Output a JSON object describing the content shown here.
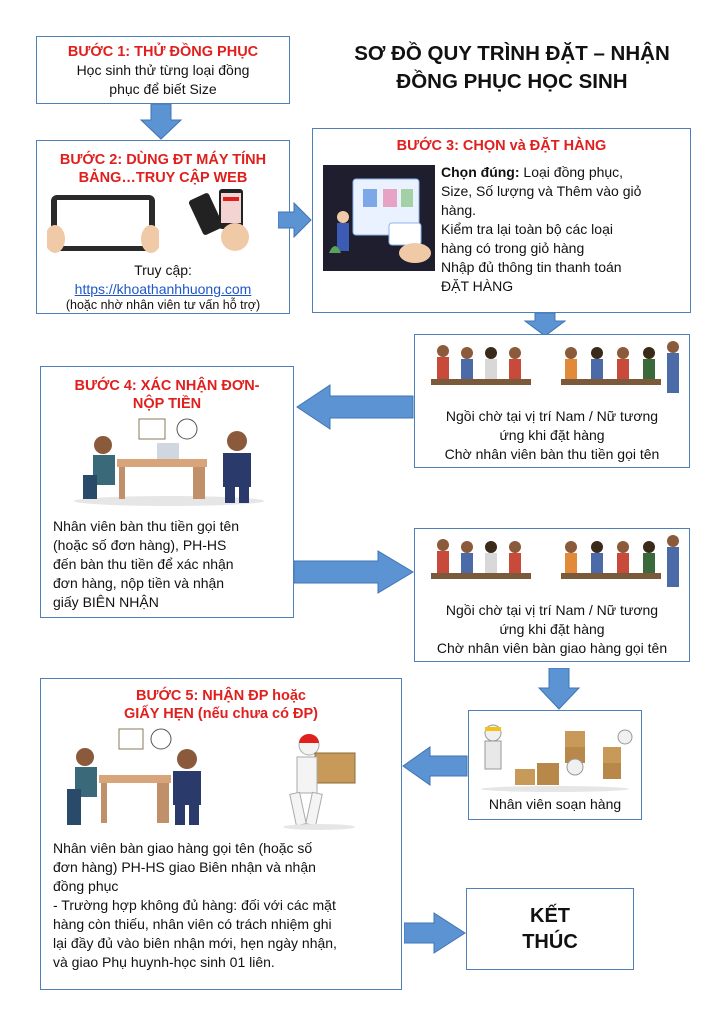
{
  "title": {
    "line1": "SƠ ĐỒ QUY TRÌNH ĐẶT – NHẬN",
    "line2": "ĐỒNG PHỤC HỌC SINH"
  },
  "step1": {
    "heading": "BƯỚC 1: THỬ ĐỒNG PHỤC",
    "line1": "Học sinh thử từng loại đồng",
    "line2": "phục để biết Size"
  },
  "step2": {
    "heading1": "BƯỚC 2: DÙNG ĐT MÁY TÍNH",
    "heading2": "BẢNG…TRUY CẬP WEB",
    "access": "Truy cập:",
    "url": "https://khoathanhhuong.com",
    "note": "(hoặc nhờ nhân viên tư vấn hỗ trợ)"
  },
  "step3": {
    "heading": "BƯỚC 3: CHỌN và ĐẶT HÀNG",
    "bold": "Chọn đúng:",
    "l1": " Loại đồng phục,",
    "l2": "Size, Số lượng và Thêm vào giỏ",
    "l3": "hàng.",
    "l4": "Kiểm tra lại toàn bộ các loại",
    "l5": "hàng có trong giỏ hàng",
    "l6": "Nhập đủ thông tin thanh toán",
    "l7": "ĐẶT HÀNG"
  },
  "wait1": {
    "l1": "Ngồi chờ tại vị trí Nam / Nữ tương",
    "l2": "ứng khi đặt hàng",
    "l3": "Chờ nhân viên bàn thu tiền gọi tên"
  },
  "step4": {
    "heading1": "BƯỚC 4: XÁC NHẬN ĐƠN-",
    "heading2": "NỘP TIỀN",
    "l1": "Nhân viên bàn thu tiền gọi tên",
    "l2": "(hoặc số đơn hàng), PH-HS",
    "l3": "đến bàn thu tiền để xác nhận",
    "l4": "đơn hàng, nộp tiền và nhận",
    "l5": "giấy BIÊN NHẬN"
  },
  "wait2": {
    "l1": "Ngồi chờ tại vị trí Nam / Nữ tương",
    "l2": "ứng khi đặt hàng",
    "l3": "Chờ nhân viên bàn giao hàng gọi tên"
  },
  "step5": {
    "heading1": "BƯỚC 5: NHẬN ĐP hoặc",
    "heading2": "GIẤY HẸN (nếu chưa có ĐP)",
    "l1": "Nhân viên bàn giao hàng gọi tên (hoặc số",
    "l2": "đơn hàng) PH-HS giao Biên nhận và nhận",
    "l3": "đồng phục",
    "l4": "- Trường hợp không đủ hàng: đối với các mặt",
    "l5": "hàng còn thiếu, nhân viên có trách nhiệm ghi",
    "l6": "lại đầy đủ vào biên nhận mới, hẹn ngày nhận,",
    "l7": "và giao Phụ huynh-học sinh 01 liên."
  },
  "prep": {
    "label": "Nhân viên soạn hàng"
  },
  "end": {
    "l1": "KẾT",
    "l2": "THÚC"
  },
  "colors": {
    "border": "#4f7fb9",
    "arrow": "#5b93d3",
    "heading": "#e0201e",
    "link": "#1e56c8"
  }
}
